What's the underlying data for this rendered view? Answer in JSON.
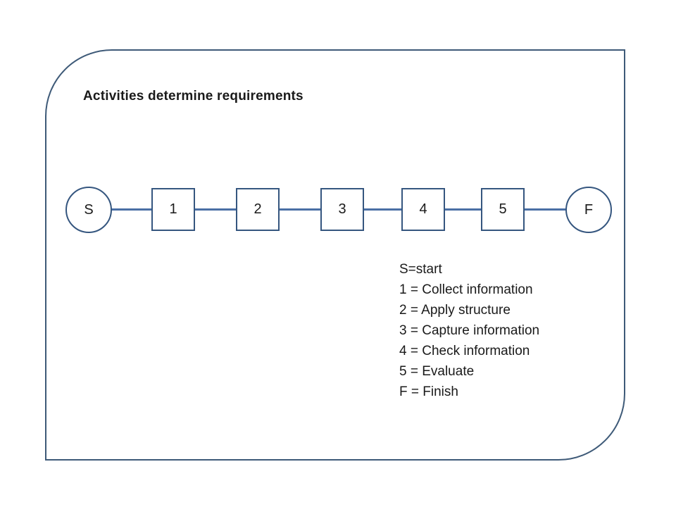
{
  "title": "Activities determine requirements",
  "colors": {
    "frame_border": "#3e5a78",
    "node_border": "#35567f",
    "connector": "#4a6fa5",
    "text": "#1a1a1a"
  },
  "flow": {
    "nodes": [
      {
        "id": "start",
        "shape": "circle",
        "label": "S"
      },
      {
        "id": "step-1",
        "shape": "square",
        "label": "1"
      },
      {
        "id": "step-2",
        "shape": "square",
        "label": "2"
      },
      {
        "id": "step-3",
        "shape": "square",
        "label": "3"
      },
      {
        "id": "step-4",
        "shape": "square",
        "label": "4"
      },
      {
        "id": "step-5",
        "shape": "square",
        "label": "5"
      },
      {
        "id": "finish",
        "shape": "circle",
        "label": "F"
      }
    ]
  },
  "legend": {
    "items": [
      "S=start",
      "1 = Collect information",
      "2 = Apply structure",
      "3 = Capture information",
      "4 = Check information",
      "5 = Evaluate",
      "F = Finish"
    ]
  }
}
